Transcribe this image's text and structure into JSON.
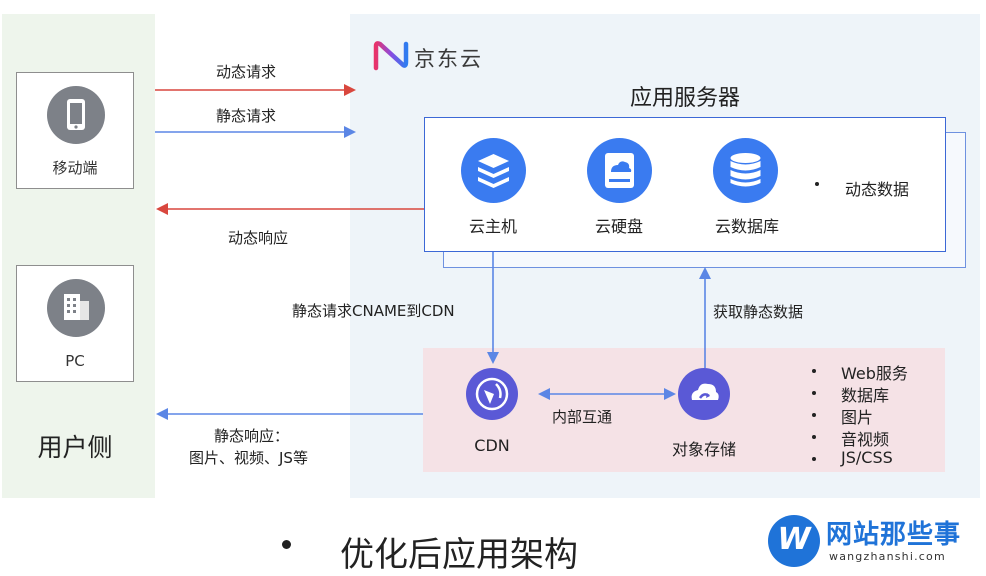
{
  "user_side": {
    "label": "用户侧",
    "mobile_label": "移动端",
    "pc_label": "PC"
  },
  "brand": {
    "name": "京东云",
    "logo_icon": "jdcloud-logo-icon"
  },
  "app_server": {
    "title": "应用服务器",
    "services": [
      {
        "label": "云主机",
        "icon": "server-stack-icon"
      },
      {
        "label": "云硬盘",
        "icon": "cloud-disk-icon"
      },
      {
        "label": "云数据库",
        "icon": "database-icon"
      }
    ],
    "bullet": "动态数据"
  },
  "arrows": {
    "dynamic_request": "动态请求",
    "static_request": "静态请求",
    "dynamic_response": "动态响应",
    "cname": "静态请求CNAME到CDN",
    "fetch_static": "获取静态数据",
    "internal": "内部互通",
    "static_response_1": "静态响应：",
    "static_response_2": "图片、视频、JS等"
  },
  "storage": {
    "cdn_label": "CDN",
    "oss_label": "对象存储",
    "items": [
      "Web服务",
      "数据库",
      "图片",
      "音视频",
      "JS/CSS"
    ]
  },
  "caption": "优化后应用架构",
  "watermark": {
    "title": "网站那些事",
    "domain": "wangzhanshi.com",
    "letter": "W"
  },
  "colors": {
    "red_arrow": "#d9473e",
    "blue_arrow": "#5b86e5",
    "service_blue": "#3a7bf0",
    "node_purple": "#5a59d6",
    "user_bg": "#eef5ec",
    "cloud_bg": "#eef4f9",
    "storage_bg": "#f5e2e6"
  }
}
